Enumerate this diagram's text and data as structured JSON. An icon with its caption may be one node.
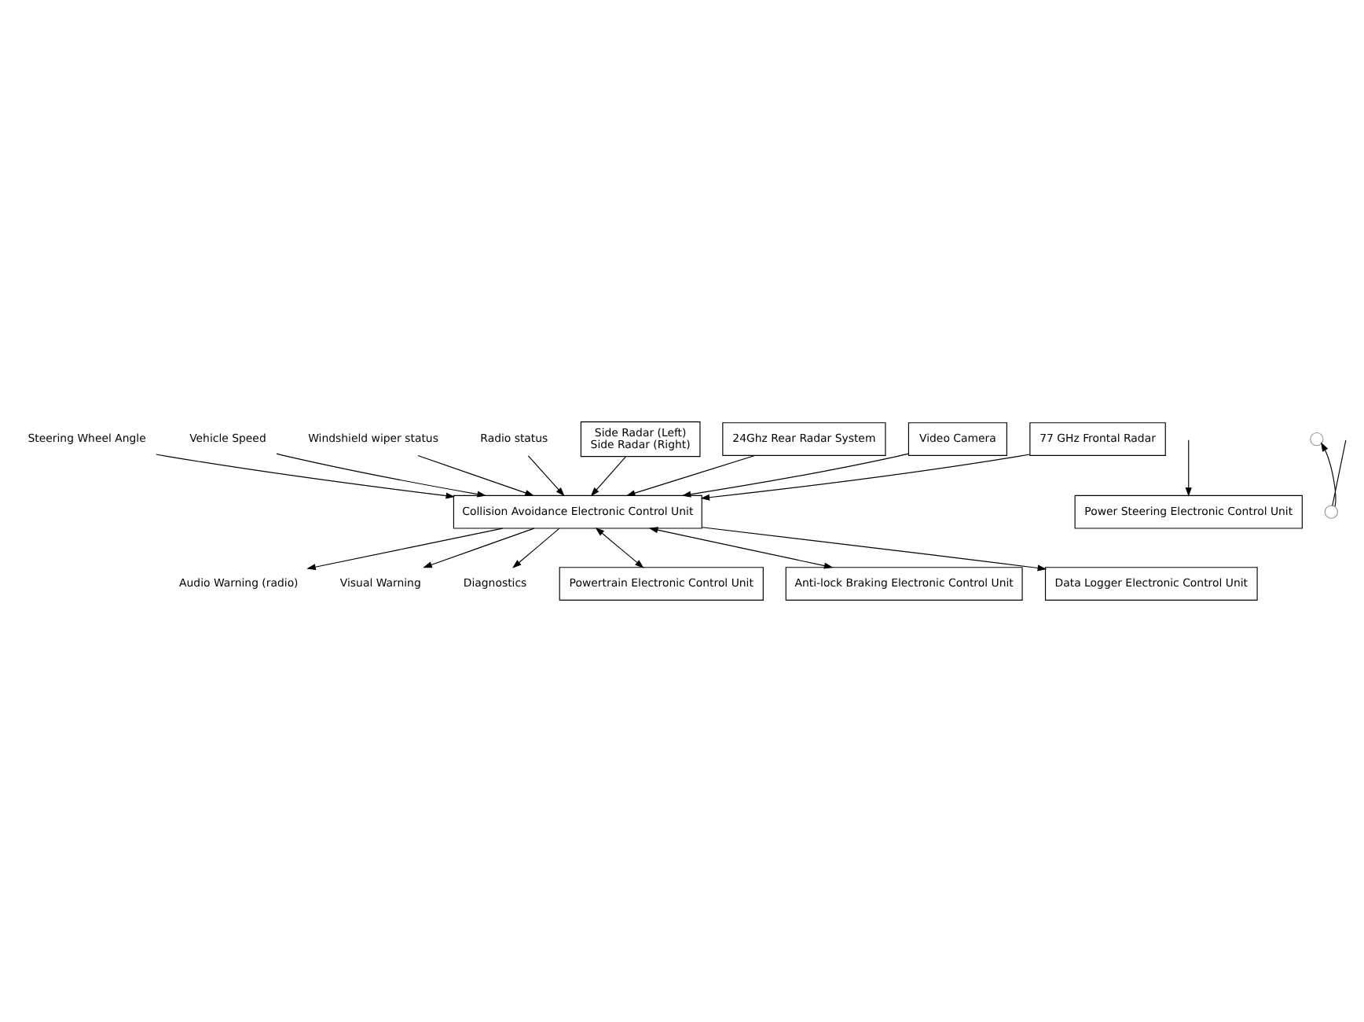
{
  "diagram": {
    "nodes": [
      {
        "text": [
          "Steering Wheel Angle"
        ]
      },
      {
        "text": [
          "Vehicle Speed"
        ]
      },
      {
        "text": [
          "Windshield wiper status"
        ]
      },
      {
        "text": [
          "Radio status"
        ]
      },
      {
        "text": [
          "Side Radar (Left)",
          "Side Radar (Right)"
        ]
      },
      {
        "text": [
          "24Ghz Rear Radar System"
        ]
      },
      {
        "text": [
          "Collision Avoidance Electronic Control Unit"
        ]
      },
      {
        "text": [
          "Audio Warning (radio)"
        ]
      },
      {
        "text": [
          "Visual Warning"
        ]
      },
      {
        "text": [
          "Diagnostics"
        ]
      },
      {
        "text": [
          "Video Camera"
        ]
      },
      {
        "text": [
          "77 GHz Frontal Radar"
        ]
      },
      {
        "text": [
          "Powertrain Electronic Control Unit"
        ]
      },
      {
        "text": [
          "Anti-lock Braking Electronic Control Unit"
        ]
      },
      {
        "text": [
          "Data Logger Electronic Control Unit"
        ]
      },
      {
        "text": [
          "Power Steering Electronic Control Unit"
        ]
      },
      {
        "text": [],
        "shape": "circle"
      },
      {
        "text": [],
        "shape": "circle"
      }
    ],
    "edges": [
      {
        "from": 0,
        "to": 6,
        "arrow": "to"
      },
      {
        "from": 1,
        "to": 6,
        "arrow": "to"
      },
      {
        "from": 2,
        "to": 6,
        "arrow": "to"
      },
      {
        "from": 3,
        "to": 6,
        "arrow": "to"
      },
      {
        "from": 4,
        "to": 6,
        "arrow": "to"
      },
      {
        "from": 5,
        "to": 6,
        "arrow": "to"
      },
      {
        "from": 6,
        "to": 7,
        "arrow": "to"
      },
      {
        "from": 6,
        "to": 8,
        "arrow": "to"
      },
      {
        "from": 6,
        "to": 9,
        "arrow": "to"
      },
      {
        "from": 10,
        "to": 6,
        "arrow": "to"
      },
      {
        "from": 11,
        "to": 6,
        "arrow": "to"
      },
      {
        "from": 6,
        "to": 12,
        "arrow": "both"
      },
      {
        "from": 6,
        "to": 13,
        "arrow": "both"
      },
      {
        "from": 6,
        "to": 14,
        "arrow": "to"
      },
      {
        "from": null,
        "to": 17,
        "arrow": "none"
      },
      {
        "from": 17,
        "to": 16,
        "arrow": "to"
      },
      {
        "from": null,
        "to": 15,
        "arrow": "to"
      }
    ]
  }
}
